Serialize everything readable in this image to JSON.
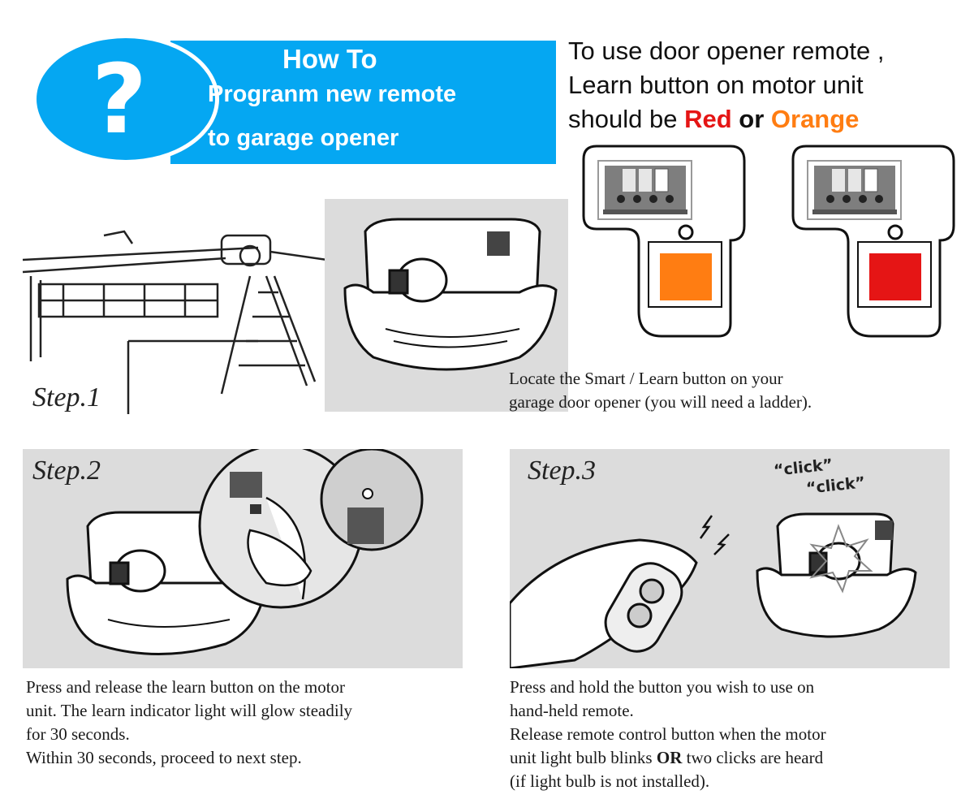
{
  "banner": {
    "icon": "question-mark-icon",
    "question_glyph": "?",
    "title_line1": "How To",
    "title_line2": "Progranm new remote",
    "title_line3": "to garage opener",
    "color": "#05a7f2"
  },
  "note": {
    "line1": "To use door opener remote ,",
    "line2": "Learn button on motor unit",
    "line3_prefix": "should be ",
    "red_word": "Red",
    "or_word": "or",
    "orange_word": "Orange",
    "red_color": "#e51515",
    "orange_color": "#ff7d12"
  },
  "step1": {
    "label": "Step.1",
    "caption_line1": "Locate the Smart / Learn button on your",
    "caption_line2": "garage door opener (you will need a ladder)."
  },
  "step2": {
    "label": "Step.2",
    "caption_line1": "Press and release the learn button on the motor",
    "caption_line2": "unit. The learn indicator light will glow steadily",
    "caption_line3": "for 30 seconds.",
    "caption_line4": "Within 30 seconds, proceed to next step."
  },
  "step3": {
    "label": "Step.3",
    "click1": "“click”",
    "click2": "“click”",
    "caption_line1": "Press and hold the button you wish to use on",
    "caption_line2": "hand-held remote.",
    "caption_line3": "Release remote control button when the motor",
    "caption_line4_a": "unit light bulb blinks ",
    "caption_line4_b": "OR",
    "caption_line4_c": " two clicks are heard",
    "caption_line5": "(if light bulb is not installed)."
  }
}
